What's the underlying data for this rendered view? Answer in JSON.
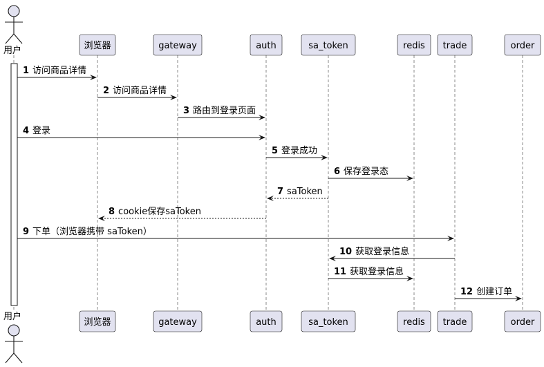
{
  "participants": [
    {
      "id": "user",
      "label": "用户",
      "kind": "actor"
    },
    {
      "id": "browser",
      "label": "浏览器",
      "kind": "participant"
    },
    {
      "id": "gateway",
      "label": "gateway",
      "kind": "participant"
    },
    {
      "id": "auth",
      "label": "auth",
      "kind": "participant"
    },
    {
      "id": "sa_token",
      "label": "sa_token",
      "kind": "participant"
    },
    {
      "id": "redis",
      "label": "redis",
      "kind": "participant"
    },
    {
      "id": "trade",
      "label": "trade",
      "kind": "participant"
    },
    {
      "id": "order",
      "label": "order",
      "kind": "participant"
    }
  ],
  "messages": [
    {
      "num": "1",
      "from": "user",
      "to": "browser",
      "text": "访问商品详情",
      "style": "solid"
    },
    {
      "num": "2",
      "from": "browser",
      "to": "gateway",
      "text": "访问商品详情",
      "style": "solid"
    },
    {
      "num": "3",
      "from": "gateway",
      "to": "auth",
      "text": "路由到登录页面",
      "style": "solid"
    },
    {
      "num": "4",
      "from": "user",
      "to": "auth",
      "text": "登录",
      "style": "solid"
    },
    {
      "num": "5",
      "from": "auth",
      "to": "sa_token",
      "text": "登录成功",
      "style": "solid"
    },
    {
      "num": "6",
      "from": "sa_token",
      "to": "redis",
      "text": "保存登录态",
      "style": "solid"
    },
    {
      "num": "7",
      "from": "sa_token",
      "to": "auth",
      "text": "saToken",
      "style": "dashed"
    },
    {
      "num": "8",
      "from": "auth",
      "to": "browser",
      "text": "cookie保存saToken",
      "style": "dashed"
    },
    {
      "num": "9",
      "from": "user",
      "to": "trade",
      "text": "下单（浏览器携带 saToken）",
      "style": "solid"
    },
    {
      "num": "10",
      "from": "trade",
      "to": "sa_token",
      "text": "获取登录信息",
      "style": "solid"
    },
    {
      "num": "11",
      "from": "sa_token",
      "to": "redis",
      "text": "获取登录信息",
      "style": "solid"
    },
    {
      "num": "12",
      "from": "trade",
      "to": "order",
      "text": "创建订单",
      "style": "solid"
    }
  ]
}
